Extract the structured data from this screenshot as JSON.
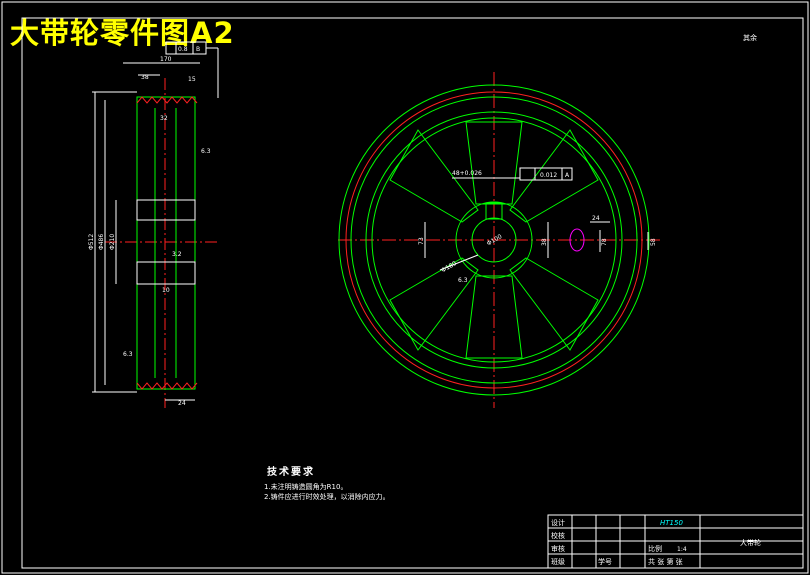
{
  "title": "大带轮零件图A2",
  "roughness_note": "其余",
  "side_view": {
    "dims": {
      "width_170": "170",
      "w38": "38",
      "w15": "15",
      "w24": "24",
      "tol_box_a": "0.8",
      "tol_box_b": "B",
      "dia_512": "Φ512",
      "dia_486": "Φ486",
      "dia_210": "Φ210",
      "r_32": "32",
      "r_10": "10",
      "ra_a": "6.3",
      "ra_b": "3.2",
      "ra_c": "6.3"
    }
  },
  "front_view": {
    "dims": {
      "keyway_tol": "48+0.026",
      "gtol_value": "0.012",
      "gtol_datum": "A",
      "bore_dia": "Φ100",
      "hub_dia": "Φ180",
      "d_38": "38",
      "d_24": "24",
      "d_78": "78",
      "d_58": "58",
      "d_73": "73",
      "ra": "6.3"
    }
  },
  "tech": {
    "title": "技术要求",
    "lines": [
      "1.未注明铸造圆角为R10。",
      "2.铸件应进行时效处理，以消除内应力。"
    ]
  },
  "title_block": {
    "material": "HT150",
    "part_name": "大带轮",
    "scale_label": "比例",
    "scale_value": "1:4",
    "sheet_label": "共 张 第 张",
    "rows": [
      "设计",
      "校核",
      "审核",
      "班级"
    ],
    "student_label": "学号"
  }
}
